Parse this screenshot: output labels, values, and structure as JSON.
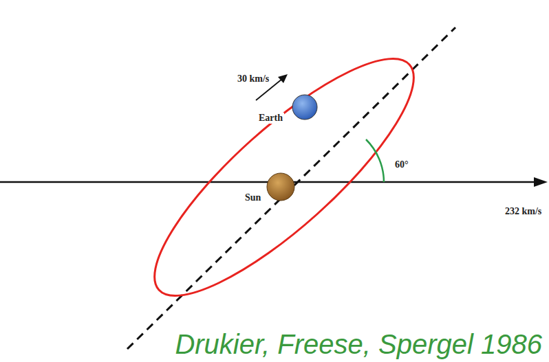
{
  "diagram": {
    "caption": "Drukier, Freese, Spergel 1986",
    "labels": [
      "30 km/s",
      "Earth",
      "Sun",
      "60°",
      "232 km/s"
    ]
  }
}
